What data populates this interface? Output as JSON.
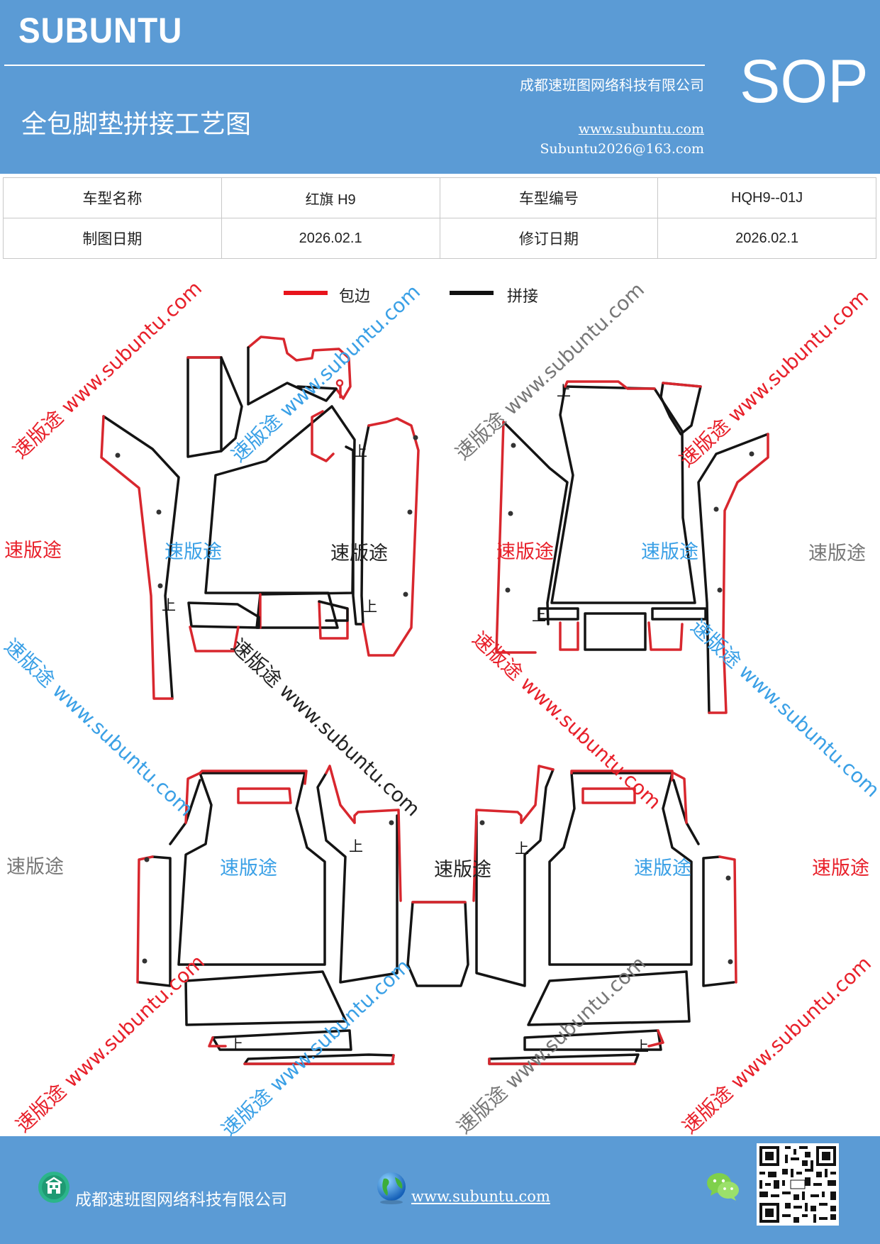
{
  "header": {
    "brand": "SUBUNTU",
    "company": "成都速班图网络科技有限公司",
    "badge": "SOP",
    "title": "全包脚垫拼接工艺图",
    "website": "www.subuntu.com",
    "email": "Subuntu2026@163.com"
  },
  "info_table": {
    "rows": [
      {
        "label1": "车型名称",
        "value1": "红旗 H9",
        "label2": "车型编号",
        "value2": "HQH9--01J"
      },
      {
        "label1": "制图日期",
        "value1": "2026.02.1",
        "label2": "修订日期",
        "value2": "2026.02.1"
      }
    ]
  },
  "legend": {
    "items": [
      {
        "label": "包边",
        "color": "#e8141c"
      },
      {
        "label": "拼接",
        "color": "#111111"
      }
    ]
  },
  "drawing": {
    "up_mark": "上",
    "colors": {
      "edge": "#d8272e",
      "seam": "#141414",
      "hole": "#333333"
    }
  },
  "watermark": {
    "text": "速版途",
    "diagonal_text": "速版途 www.subuntu.com",
    "colors": {
      "red": "#e8202a",
      "blue": "#3aa0e6",
      "gray": "#777777",
      "black": "#222222"
    }
  },
  "footer": {
    "company": "成都速班图网络科技有限公司",
    "website": "www.subuntu.com"
  },
  "icons": [
    "building-icon",
    "globe-icon",
    "wechat-icon",
    "qr-code"
  ]
}
